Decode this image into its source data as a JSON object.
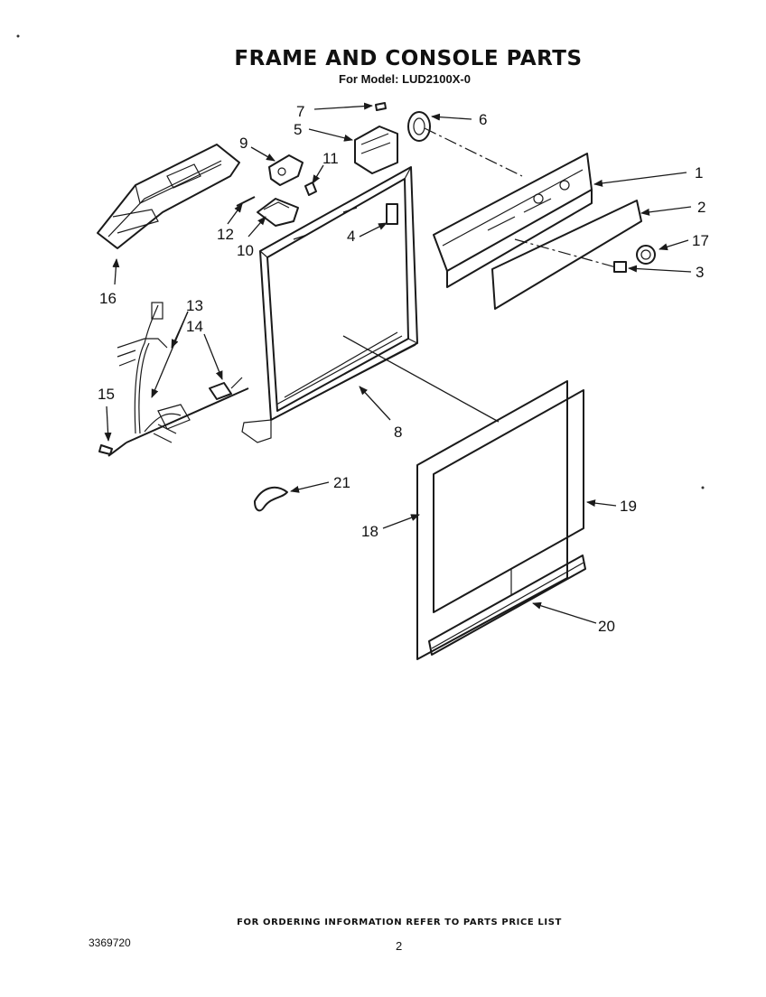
{
  "title": "FRAME AND CONSOLE PARTS",
  "subtitle": "For Model: LUD2100X-0",
  "footer_note": "FOR ORDERING INFORMATION REFER TO PARTS PRICE LIST",
  "document_number": "3369720",
  "page_number": "2",
  "callouts": [
    "1",
    "2",
    "3",
    "4",
    "5",
    "6",
    "7",
    "8",
    "9",
    "10",
    "11",
    "12",
    "13",
    "14",
    "15",
    "16",
    "17",
    "18",
    "19",
    "20",
    "21"
  ]
}
